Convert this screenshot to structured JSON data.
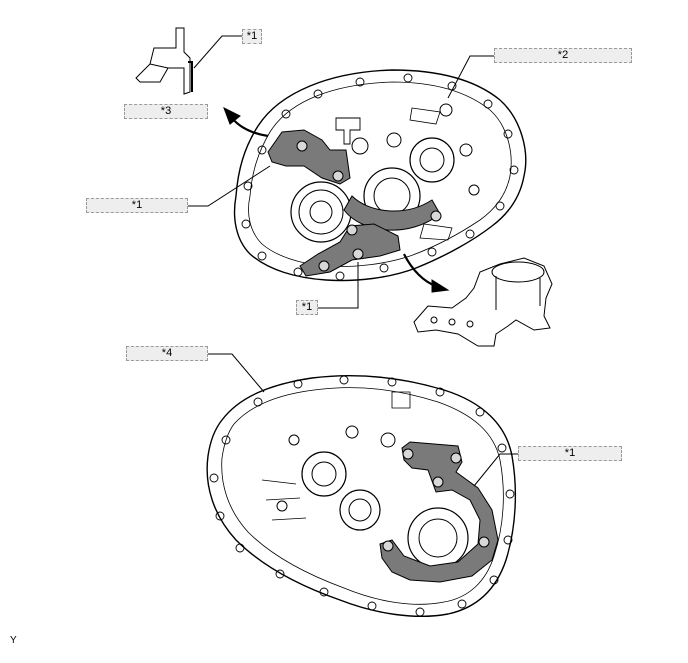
{
  "callouts": {
    "c1_top": "*1",
    "c2": "*2",
    "c3": "*3",
    "c1_left": "*1",
    "c1_mid": "*1",
    "c4": "*4",
    "c1_right": "*1"
  },
  "figure_code": "Y",
  "colors": {
    "line": "#000000",
    "highlight": "#7a7a7a",
    "highlight_light": "#b5b5b5",
    "callout_fill": "#eeeeee",
    "callout_border": "#9a9a9a"
  }
}
